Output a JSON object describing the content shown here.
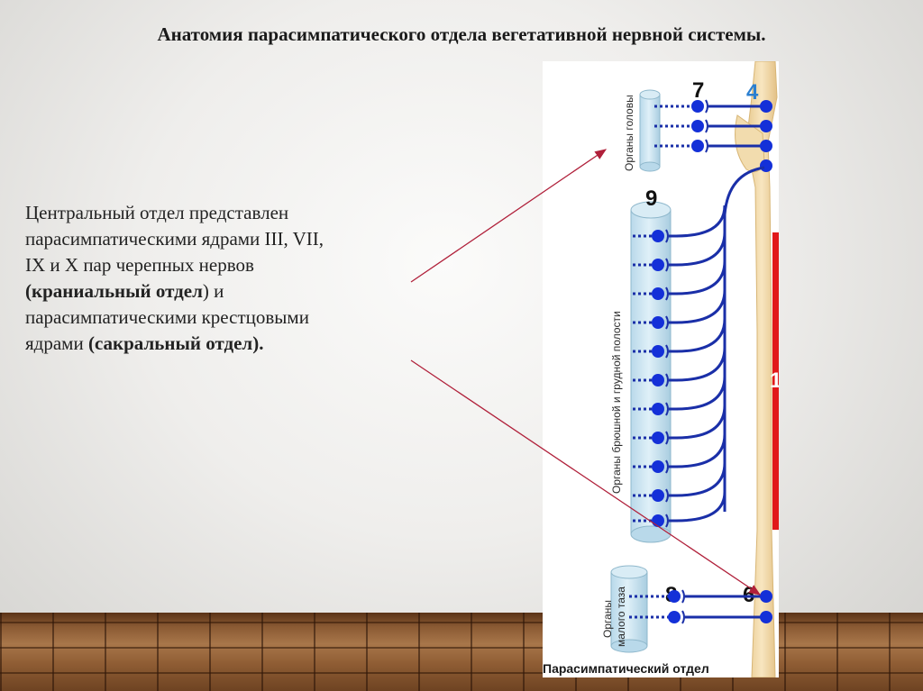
{
  "title": "Анатомия парасимпатического отдела вегетативной нервной системы.",
  "body": {
    "line1": "Центральный отдел представлен",
    "line2": "парасимпатическими ядрами III, VII,",
    "line3": "IX и X пар черепных нервов",
    "line4_bold": "(краниальный отдел",
    "line4_rest": ") и",
    "line5": "парасимпатическими крестцовыми",
    "line6_prefix": "ядрами ",
    "line6_bold": "(сакральный отдел).",
    "line6_suffix": ""
  },
  "figure": {
    "label_head": "Органы головы",
    "label_thorax": "Органы брюшной и грудной полости",
    "label_pelvis_1": "Органы",
    "label_pelvis_2": "малого таза",
    "num_7": "7",
    "num_4": "4",
    "num_9": "9",
    "num_8": "8",
    "num_6": "6",
    "num_1_partial": "1",
    "caption": "Парасимпатический  отдел"
  },
  "colors": {
    "nerve": "#1a2fa8",
    "node": "#1430d8",
    "organ_fill": "#cfe6f2",
    "organ_stroke": "#8fb8cc",
    "spine": "#f3dcae",
    "red_bar": "#e11919",
    "arrow": "#b0203a"
  }
}
